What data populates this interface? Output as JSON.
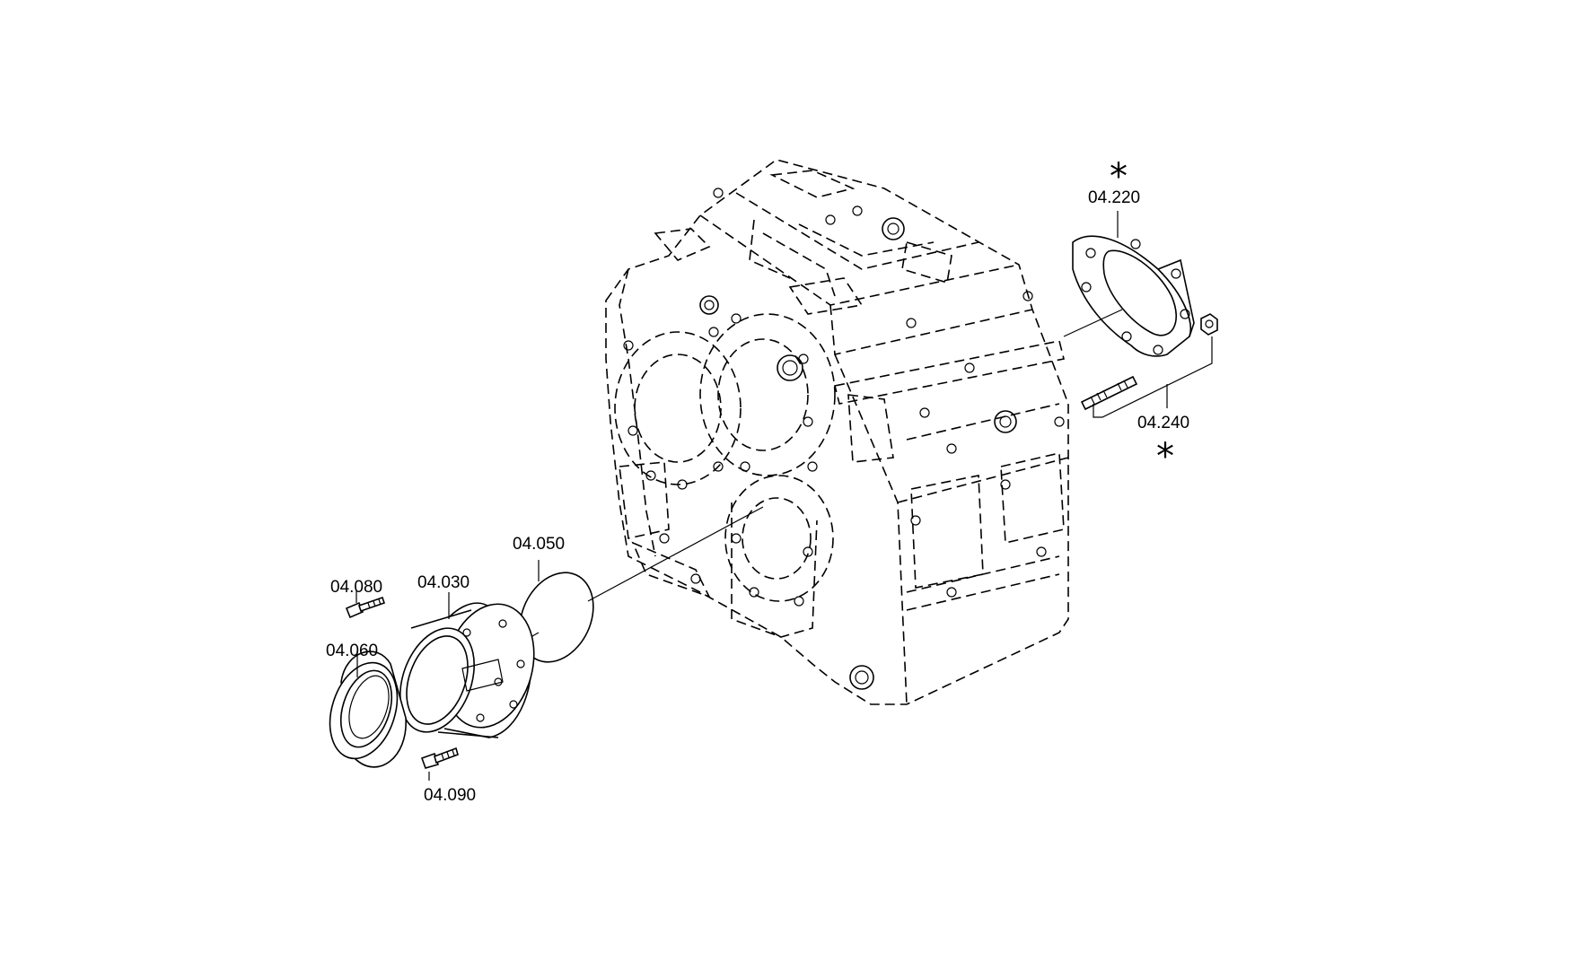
{
  "parts": {
    "p04220": "04.220",
    "p04240": "04.240",
    "p04050": "04.050",
    "p04030": "04.030",
    "p04080": "04.080",
    "p04060": "04.060",
    "p04090": "04.090"
  },
  "marks": {
    "star_top": "*",
    "star_bottom": "*"
  }
}
